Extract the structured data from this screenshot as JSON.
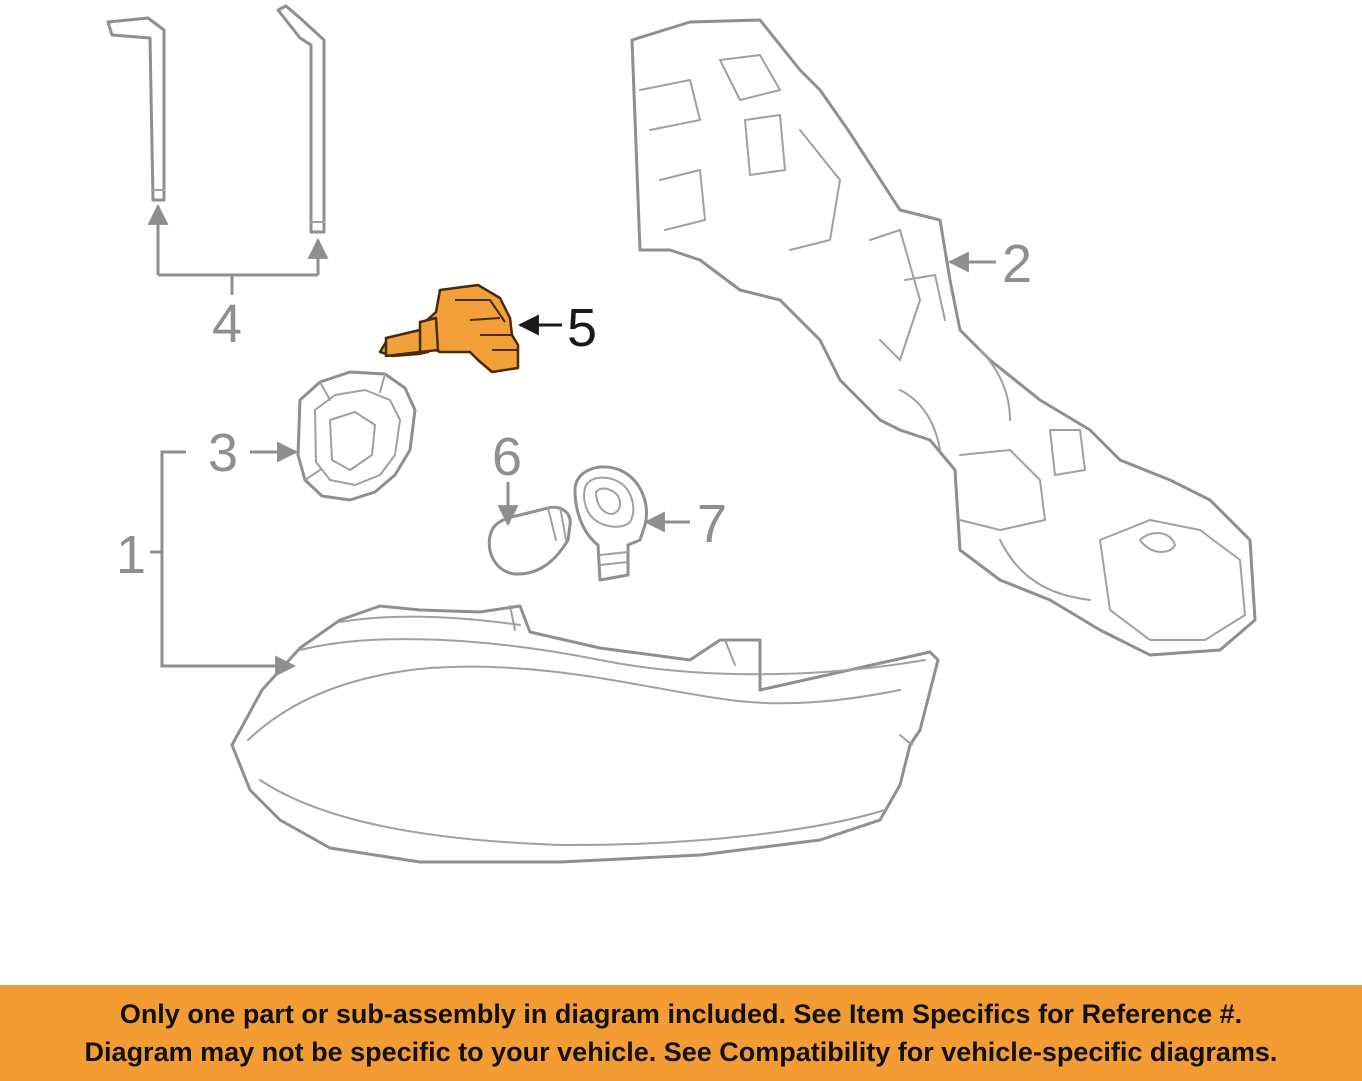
{
  "diagram": {
    "callouts": [
      "1",
      "2",
      "3",
      "4",
      "5",
      "6",
      "7"
    ],
    "highlighted_part": "5",
    "highlight_color": "#f2a03a",
    "line_color": "#8f8f8f"
  },
  "banner": {
    "background_color": "#f39c34",
    "line1": "Only one part or sub-assembly in diagram included. See Item Specifics for Reference #.",
    "line2": "Diagram may not be specific to your vehicle. See Compatibility for vehicle-specific diagrams."
  }
}
